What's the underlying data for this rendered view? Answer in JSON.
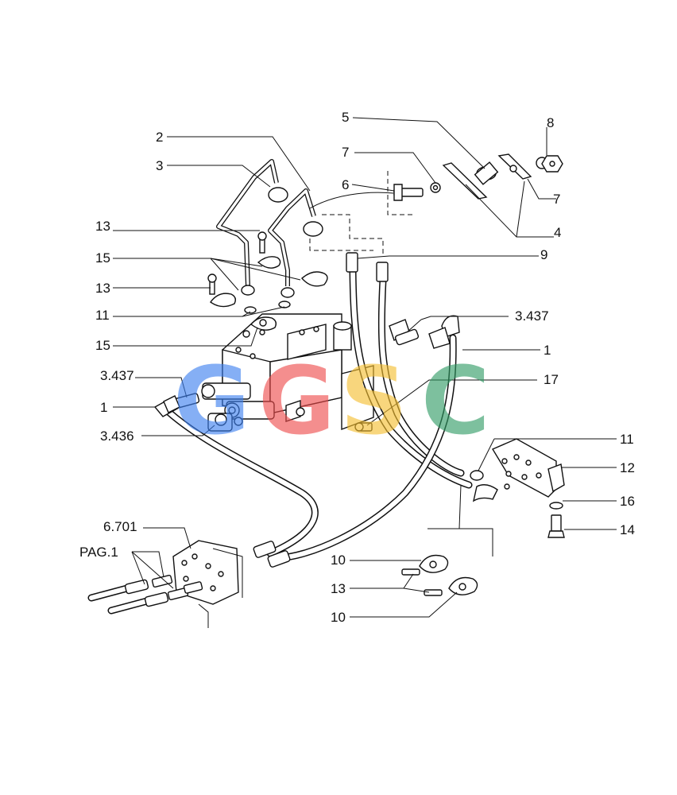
{
  "callouts": {
    "c2": "2",
    "c3": "3",
    "c5": "5",
    "c7a": "7",
    "c6": "6",
    "c8": "8",
    "c7b": "7",
    "c4": "4",
    "c13a": "13",
    "c15a": "15",
    "c9": "9",
    "c13b": "13",
    "c11a": "11",
    "c3437a": "3.437",
    "c15b": "15",
    "c1a": "1",
    "c3437b": "3.437",
    "c17": "17",
    "c1b": "1",
    "c3436": "3.436",
    "c11b": "11",
    "c12": "12",
    "c16": "16",
    "c14": "14",
    "c6701": "6.701",
    "cpag1": "PAG.1",
    "c10a": "10",
    "c13c": "13",
    "c10b": "10"
  },
  "watermark": {
    "letters": [
      "G",
      "G",
      "S",
      "C"
    ],
    "colors": [
      "#3b7ff0",
      "#ee4a4a",
      "#f5be2e",
      "#2e9a63"
    ]
  }
}
